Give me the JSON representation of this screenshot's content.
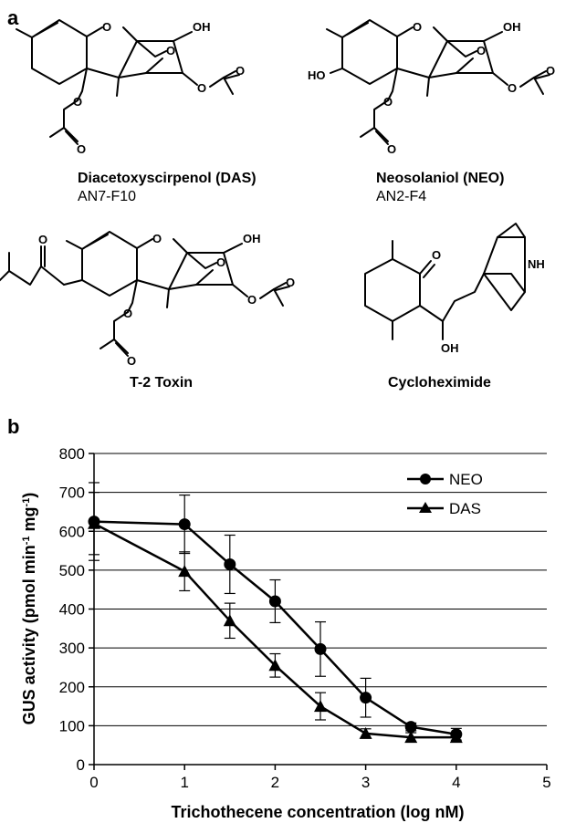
{
  "panel_a": {
    "label": "a",
    "compounds": [
      {
        "name": "Diacetoxyscirpenol (DAS)",
        "code": "AN7-F10"
      },
      {
        "name": "Neosolaniol (NEO)",
        "code": "AN2-F4"
      },
      {
        "name": "T-2 Toxin",
        "code": ""
      },
      {
        "name": "Cycloheximide",
        "code": ""
      }
    ],
    "atoms": {
      "O": "O",
      "OH": "OH",
      "HO": "HO",
      "NH": "NH"
    }
  },
  "panel_b": {
    "label": "b"
  },
  "chart_data": {
    "type": "line",
    "xlabel": "Trichothecene concentration (log nM)",
    "ylabel_main": "GUS activity (pmol min",
    "ylabel_sup1": "-1",
    "ylabel_mid": " mg",
    "ylabel_sup2": "-1",
    "ylabel_end": ")",
    "xlim": [
      0,
      5
    ],
    "ylim": [
      0,
      800
    ],
    "xticks": [
      0,
      1,
      2,
      3,
      4,
      5
    ],
    "yticks": [
      0,
      100,
      200,
      300,
      400,
      500,
      600,
      700,
      800
    ],
    "grid": "horizontal",
    "legend_position": "top-right",
    "series": [
      {
        "name": "NEO",
        "marker": "circle",
        "x": [
          0,
          1,
          1.5,
          2,
          2.5,
          3,
          3.5,
          4
        ],
        "y": [
          625,
          618,
          515,
          420,
          297,
          172,
          97,
          78
        ],
        "err": [
          100,
          75,
          75,
          55,
          70,
          50,
          10,
          15
        ]
      },
      {
        "name": "DAS",
        "marker": "triangle",
        "x": [
          0,
          1,
          1.5,
          2,
          2.5,
          3,
          3.5,
          4
        ],
        "y": [
          620,
          497,
          370,
          255,
          150,
          80,
          70,
          70
        ],
        "err": [
          80,
          50,
          45,
          30,
          35,
          12,
          12,
          12
        ]
      }
    ],
    "colors": {
      "line": "#000000",
      "grid": "#000000"
    }
  }
}
